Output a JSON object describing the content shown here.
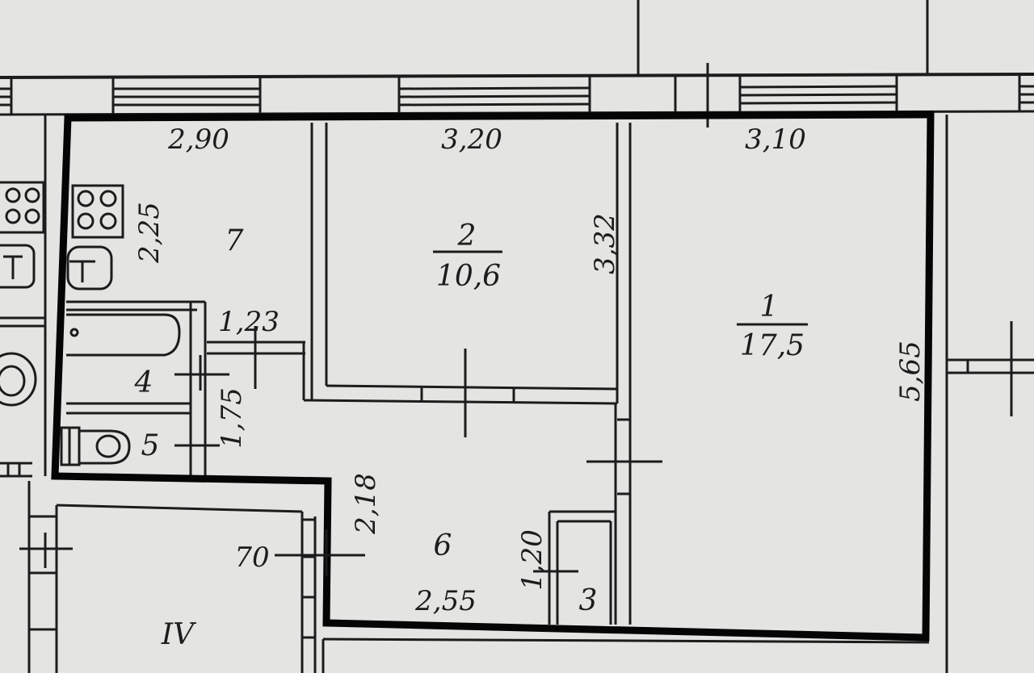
{
  "dimensions": {
    "kitchen_width": "2,90",
    "room2_width": "3,20",
    "room1_width": "3,10",
    "kitchen_depth": "2,25",
    "room2_depth": "3,32",
    "room1_depth": "5,65",
    "corridor_width": "1,23",
    "bath_depth": "1,75",
    "hall_depth": "2,18",
    "hall_width": "2,55",
    "closet_depth": "1,20",
    "door_width": "70"
  },
  "rooms": {
    "room1_number": "1",
    "room1_area": "17,5",
    "room2_number": "2",
    "room2_area": "10,6",
    "closet_number": "3",
    "bath_number": "4",
    "wc_number": "5",
    "hall_number": "6",
    "kitchen_number": "7",
    "neighbor_label": "IV"
  },
  "colors": {
    "background": "#e4e4e2",
    "line": "#1c1c1c",
    "outline": "#050505"
  }
}
